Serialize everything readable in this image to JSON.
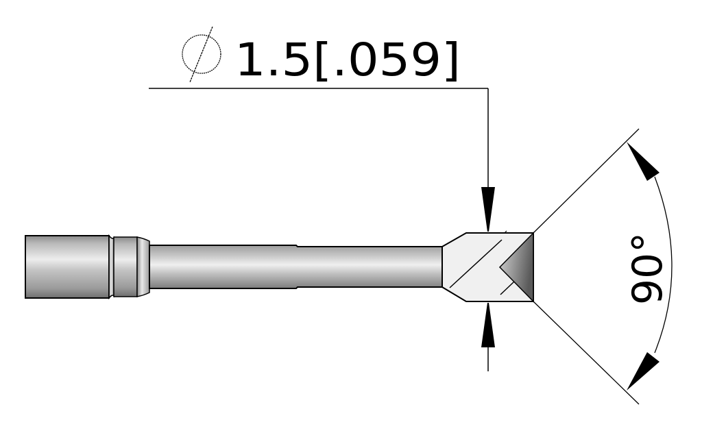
{
  "drawing": {
    "type": "technical-drawing",
    "subject": "soldering tip (chisel/V tip) side view",
    "diameter_dimension": {
      "symbol": "⌀",
      "value_mm": "1.5",
      "value_in": "[.059]",
      "label": "1.5[.059]"
    },
    "angle_dimension": {
      "value": "90°"
    },
    "colors": {
      "line": "#000000",
      "body_light": "#e6e6e6",
      "body_mid": "#b5b5b5",
      "body_dark": "#7a7a7a",
      "tip_face": "#f2f2f2",
      "background": "#ffffff"
    }
  }
}
